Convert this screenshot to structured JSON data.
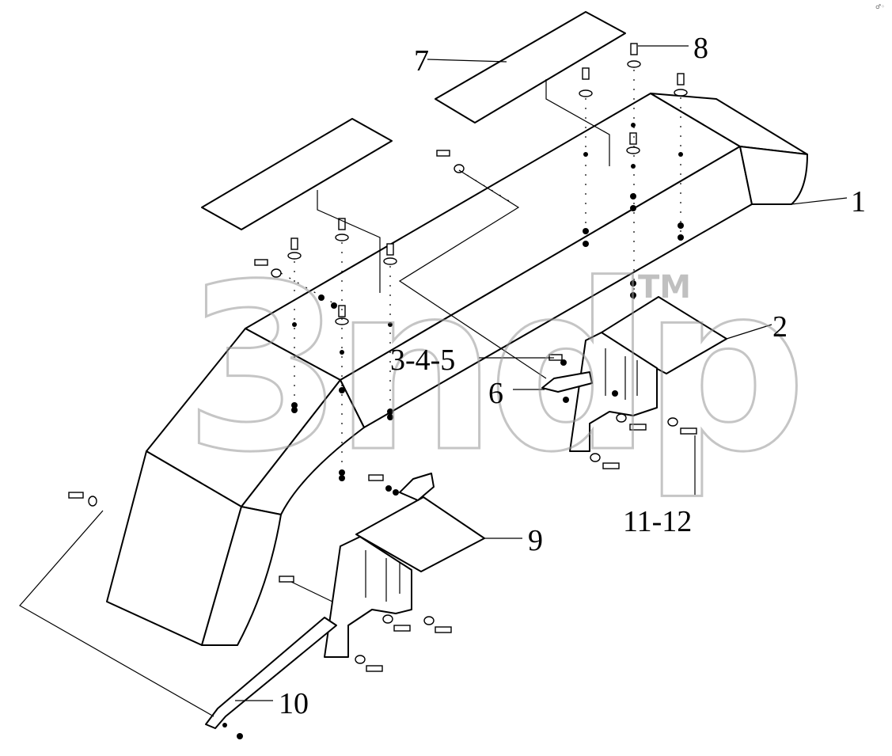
{
  "diagram": {
    "callouts": {
      "c1": "1",
      "c2": "2",
      "c345": "3-4-5",
      "c6": "6",
      "c7": "7",
      "c8": "8",
      "c9": "9",
      "c10": "10",
      "c1112": "11-12"
    },
    "watermark": {
      "text": "3ndp",
      "trademark": "TM",
      "corner": "♂◦"
    }
  }
}
